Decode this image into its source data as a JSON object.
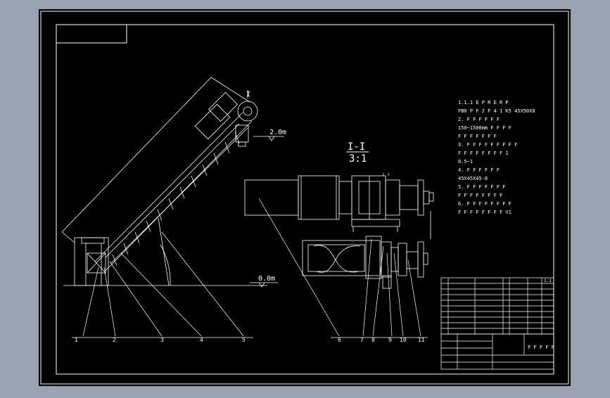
{
  "section_label": "I-I",
  "scale_label": "3:1",
  "section_mark": "I",
  "elevation_top": "2.0m",
  "elevation_ground": "0.0m",
  "part_numbers": [
    "1",
    "2",
    "3",
    "4",
    "5",
    "6",
    "7",
    "8",
    "9",
    "10",
    "11"
  ],
  "notes": [
    "1.1.1 E P R E R P",
    "FB0 P F 2 F 4 1 K5 45X50X8",
    "2. F F F F F F",
    "150~1500mm F F F F",
    "F F F F F F F",
    "3. F F F F F F F F F",
    "F F F F F F F F 1",
    "0.5~1",
    "4. F F F F F F",
    "45X45X45-8",
    "5. F F F F F F F",
    "F F F F F F F F",
    "6. F F F F F F F F",
    "F F F F F F F F V1"
  ],
  "title_block": {
    "drawing_title": "F F F F F",
    "scale_value": "1:1"
  },
  "colors": {
    "background": "#000000",
    "outer_bg": "#9aa3b0",
    "line": "#ffffff"
  }
}
